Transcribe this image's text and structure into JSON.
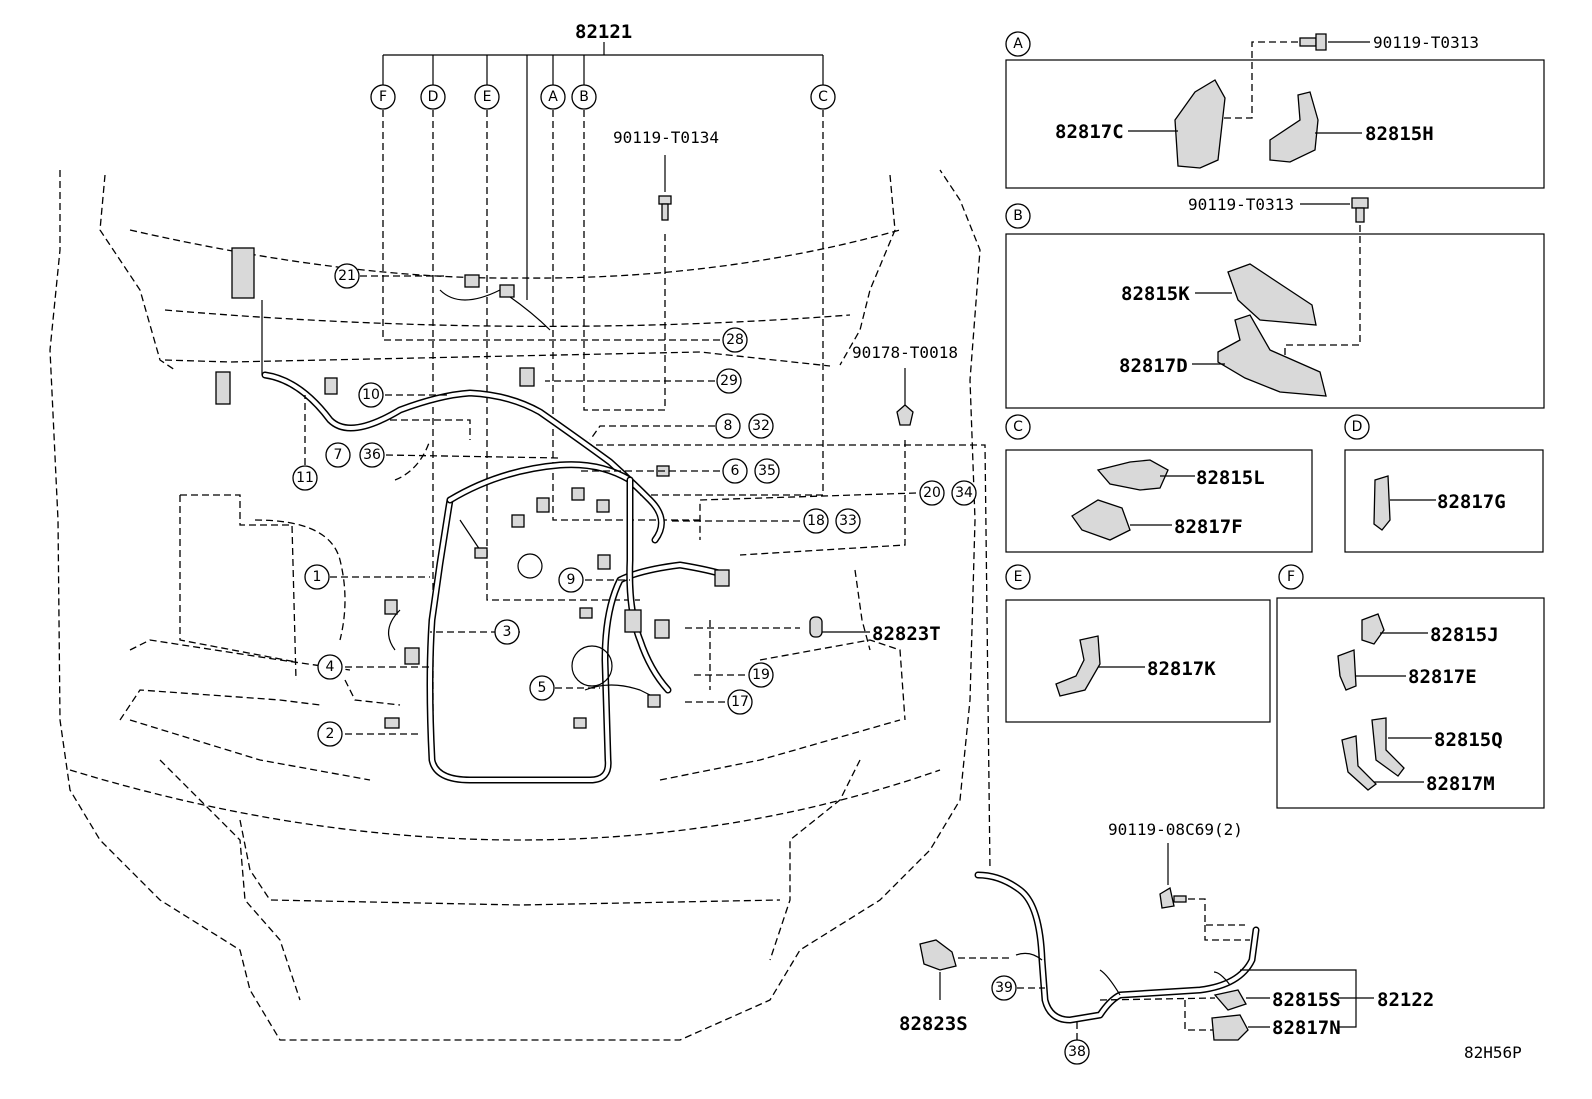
{
  "figure_code": "82H56P",
  "main_harness": {
    "part": "82121",
    "branch_letters": [
      "F",
      "D",
      "E",
      "A",
      "B",
      "C"
    ]
  },
  "fasteners": {
    "bolt_center": "90119-T0134",
    "clip_right": "90178-T0018",
    "bolt_a": "90119-T0313",
    "bolt_b": "90119-T0313",
    "bolt_lower": "90119-08C69(2)"
  },
  "callouts_left": [
    "21",
    "10",
    "11",
    "7",
    "36",
    "1",
    "3",
    "4",
    "5",
    "2",
    "9"
  ],
  "callouts_right": [
    "28",
    "29",
    "8",
    "32",
    "6",
    "35",
    "20",
    "34",
    "18",
    "33",
    "19",
    "17"
  ],
  "bracket_main": "82823T",
  "detail_A": {
    "letter": "A",
    "parts": [
      "82817C",
      "82815H"
    ]
  },
  "detail_B": {
    "letter": "B",
    "parts": [
      "82815K",
      "82817D"
    ]
  },
  "detail_C": {
    "letter": "C",
    "parts": [
      "82815L",
      "82817F"
    ]
  },
  "detail_D": {
    "letter": "D",
    "parts": [
      "82817G"
    ]
  },
  "detail_E": {
    "letter": "E",
    "parts": [
      "82817K"
    ]
  },
  "detail_F": {
    "letter": "F",
    "parts": [
      "82815J",
      "82817E",
      "82815Q",
      "82817M"
    ]
  },
  "sub_harness": {
    "part": "82122",
    "parts": [
      "82815S",
      "82817N"
    ],
    "bracket": "82823S",
    "callouts": [
      "39",
      "38"
    ]
  }
}
